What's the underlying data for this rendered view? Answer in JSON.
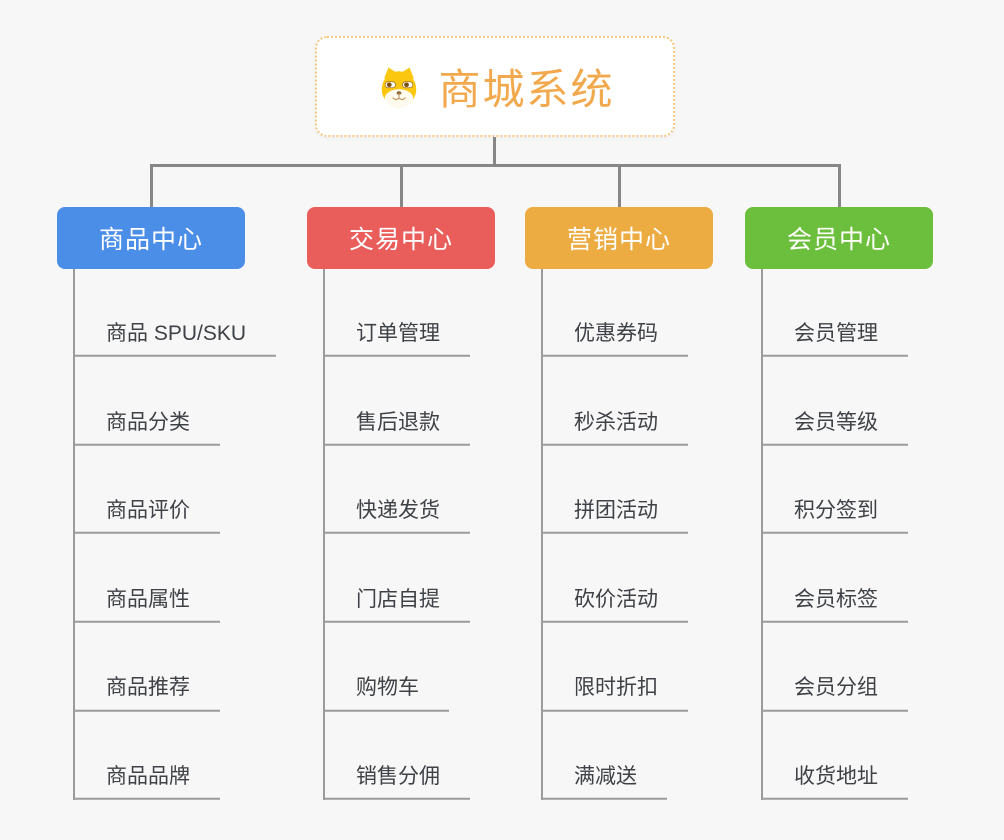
{
  "root": {
    "title": "商城系统",
    "icon": "dog-icon",
    "text_color": "#f2a84c",
    "border_color": "#f7c57d"
  },
  "branches": [
    {
      "label": "商品中心",
      "color": "#4a8ee8",
      "items": [
        "商品 SPU/SKU",
        "商品分类",
        "商品评价",
        "商品属性",
        "商品推荐",
        "商品品牌"
      ]
    },
    {
      "label": "交易中心",
      "color": "#e95d5b",
      "items": [
        "订单管理",
        "售后退款",
        "快递发货",
        "门店自提",
        "购物车",
        "销售分佣"
      ]
    },
    {
      "label": "营销中心",
      "color": "#edac42",
      "items": [
        "优惠券码",
        "秒杀活动",
        "拼团活动",
        "砍价活动",
        "限时折扣",
        "满减送"
      ]
    },
    {
      "label": "会员中心",
      "color": "#6cbf3c",
      "items": [
        "会员管理",
        "会员等级",
        "积分签到",
        "会员标签",
        "会员分组",
        "收货地址"
      ]
    }
  ],
  "colors": {
    "connector": "#878787",
    "leaf_line": "#9b9b9b",
    "leaf_text": "#3e4145",
    "background": "#f7f7f7"
  }
}
